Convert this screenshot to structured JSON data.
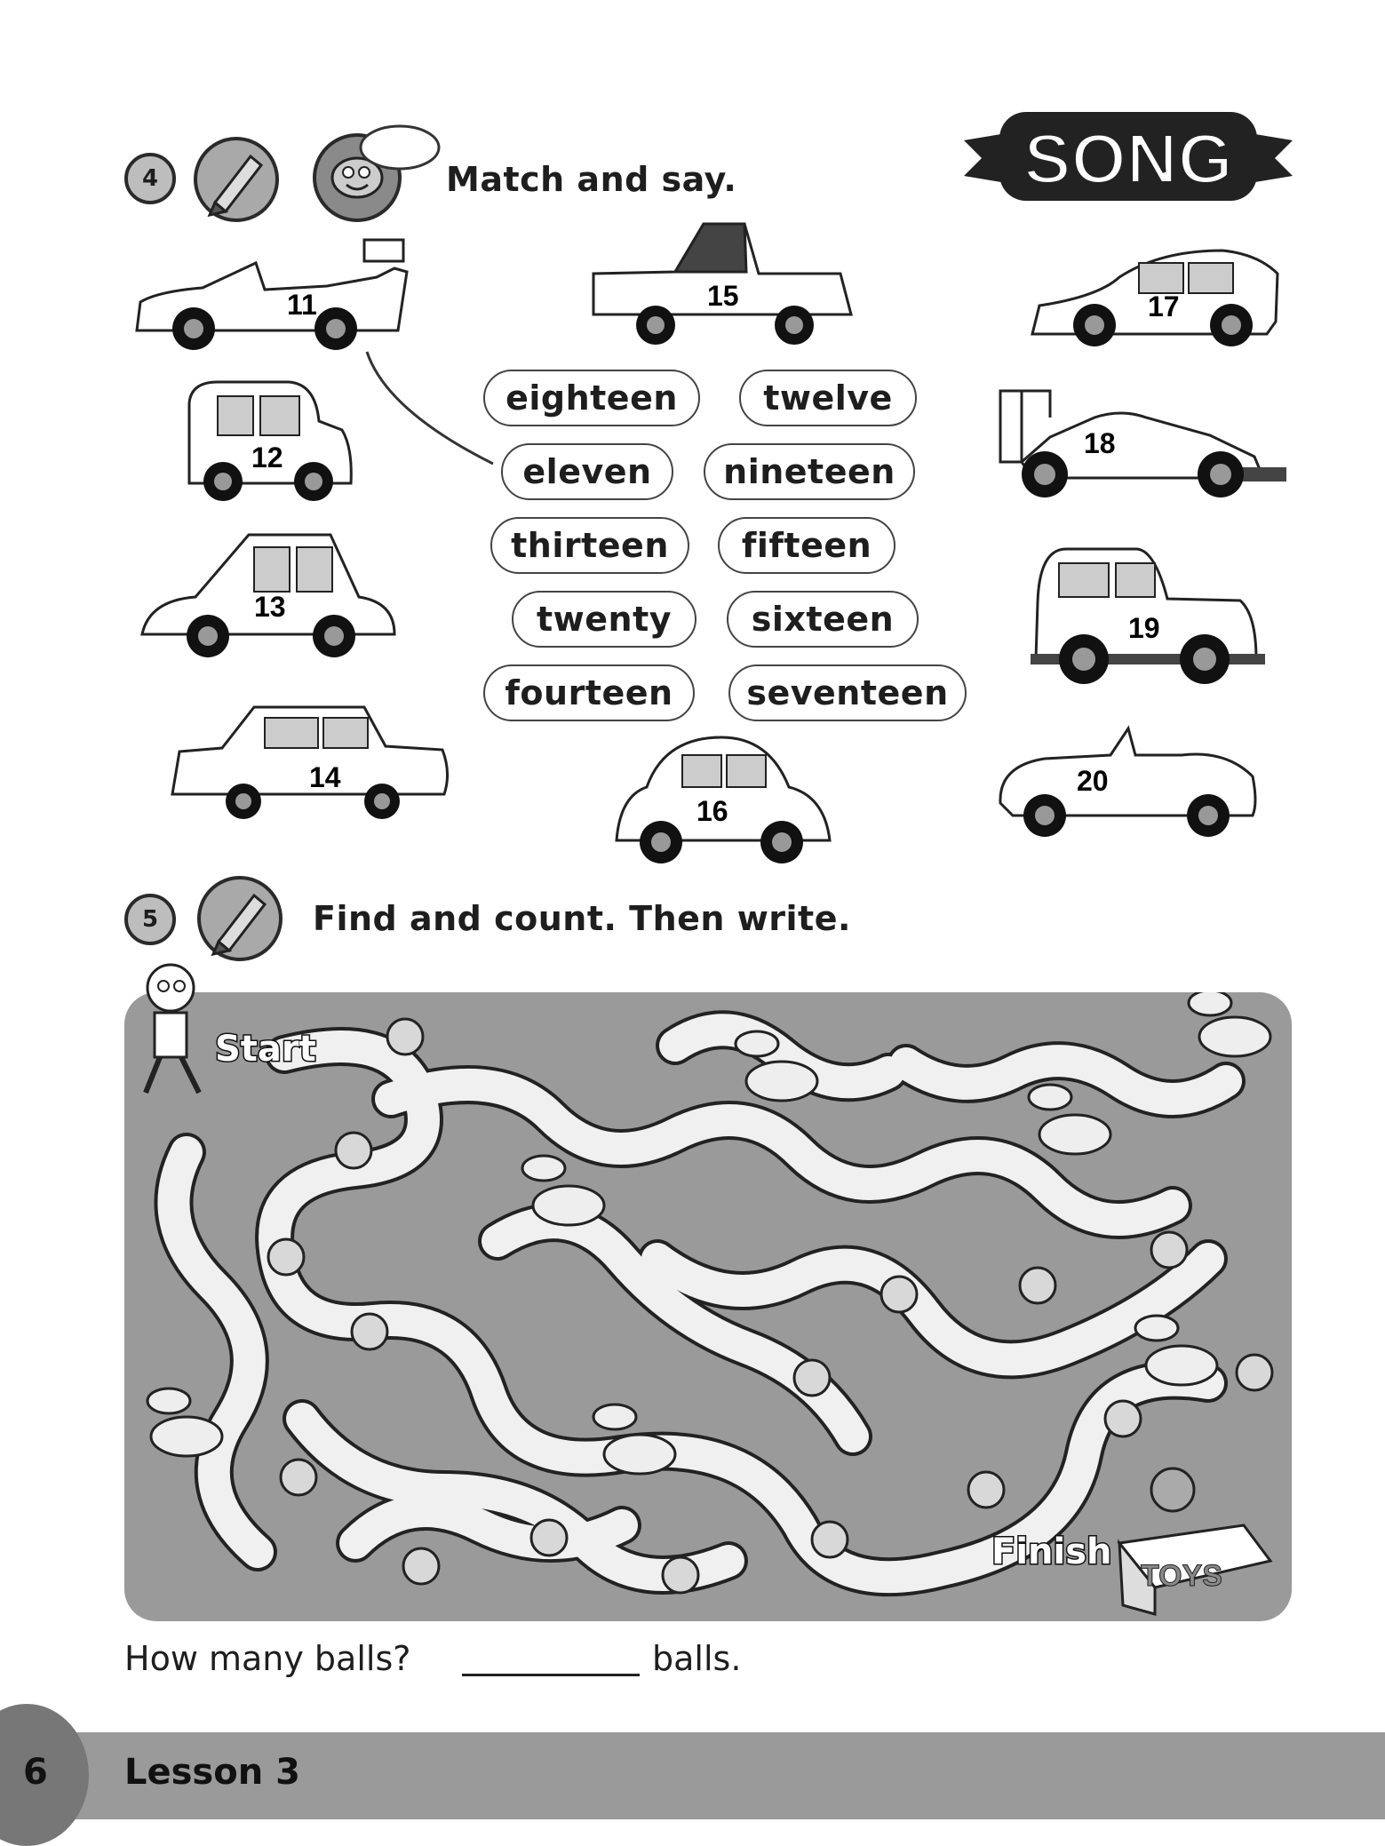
{
  "exercise4": {
    "number": "4",
    "instruction": "Match and say.",
    "song_badge": "SONG",
    "words": [
      "eighteen",
      "twelve",
      "eleven",
      "nineteen",
      "thirteen",
      "fifteen",
      "twenty",
      "sixteen",
      "fourteen",
      "seventeen"
    ],
    "car_numbers": [
      "11",
      "12",
      "13",
      "14",
      "15",
      "16",
      "17",
      "18",
      "19",
      "20"
    ]
  },
  "exercise5": {
    "number": "5",
    "instruction": "Find and count. Then write.",
    "start_label": "Start",
    "finish_label": "Finish",
    "toys_label": "TOYS",
    "question": "How many balls?",
    "answer_suffix": "balls."
  },
  "footer": {
    "page_number": "6",
    "lesson": "Lesson 3"
  }
}
